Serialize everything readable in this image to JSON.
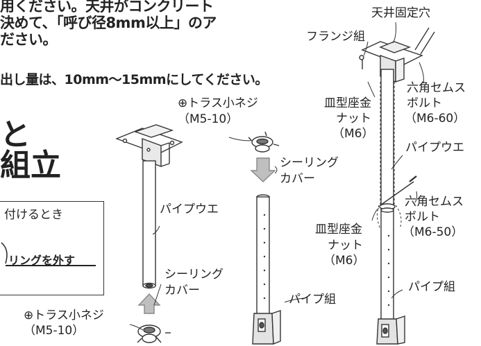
{
  "instructions": {
    "line1": "用ください。天井がコンクリート",
    "line2": "決めて、「呼び径8mm以上」のア",
    "line3": "ださい。",
    "line4": "出し量は、10mm～15mmにしてください。"
  },
  "heading": {
    "char1": "と",
    "char2": "組立"
  },
  "box": {
    "title": "付けるとき",
    "ring_remove": "リングを外す"
  },
  "labels": {
    "ceiling_hole": "天井固定穴",
    "flange": "フランジ組",
    "screw_top_1": "⊕トラス小ネジ",
    "screw_top_2": "（M5-10）",
    "screw_bottom_1": "⊕トラス小ネジ",
    "screw_bottom_2": "（M5-10）",
    "pipe_weight_left": "パイプウエ",
    "ceiling_cover_mid_1": "シーリング",
    "ceiling_cover_mid_2": "カバー",
    "ceiling_cover_low_1": "シーリング",
    "ceiling_cover_low_2": "カバー",
    "pipe_set_mid": "パイプ組",
    "washer_top_1": "皿型座金",
    "washer_top_2": "ナット",
    "washer_top_3": "（M6）",
    "hex_bolt_top_1": "六角セムス",
    "hex_bolt_top_2": "ボルト",
    "hex_bolt_top_3": "（M6-60）",
    "pipe_weight_right": "パイプウエ",
    "hex_bolt_low_1": "六角セムス",
    "hex_bolt_low_2": "ボルト",
    "hex_bolt_low_3": "（M6-50）",
    "washer_low_1": "皿型座金",
    "washer_low_2": "ナット",
    "washer_low_3": "（M6）",
    "pipe_set_right": "パイプ組"
  }
}
